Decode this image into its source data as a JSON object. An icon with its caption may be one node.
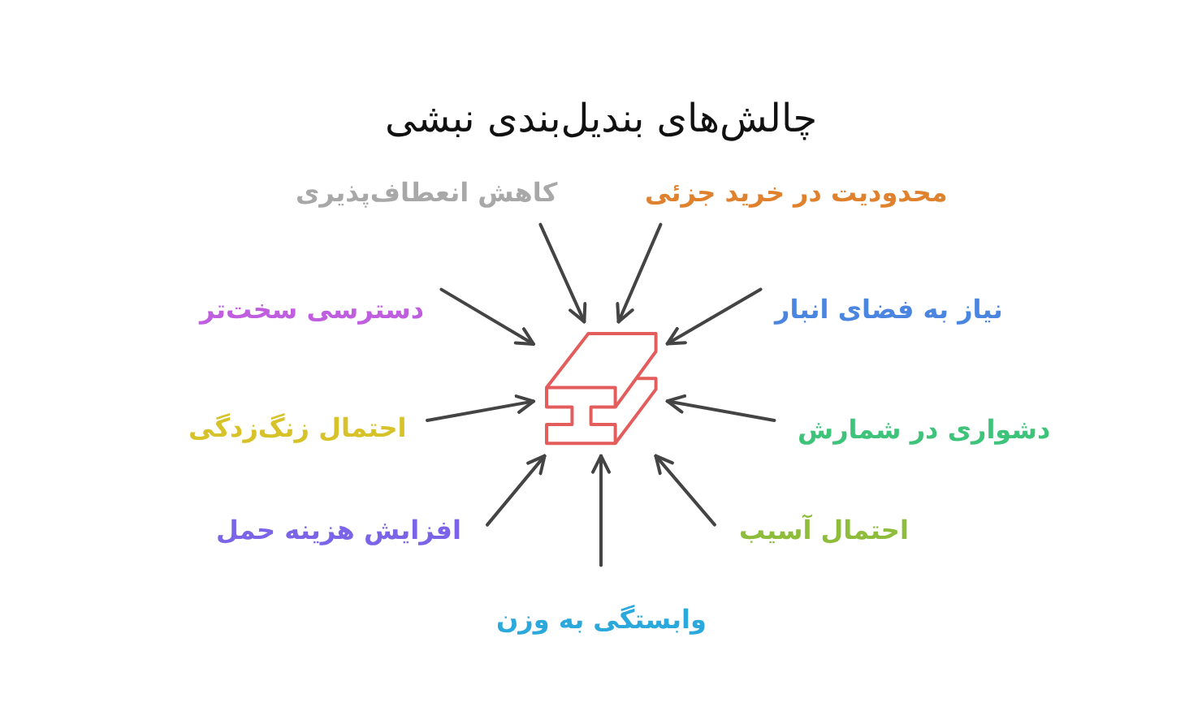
{
  "diagram": {
    "title": "چالش‌های بندیل‌بندی نبشی",
    "nodes": [
      {
        "text": [
          "محدودیت در خرید جزئی"
        ]
      },
      {
        "text": [
          "کاهش انعطاف‌پذیری"
        ]
      },
      {
        "text": [
          "نیاز به فضای انبار"
        ]
      },
      {
        "text": [
          "دسترسی سخت‌تر"
        ]
      },
      {
        "text": [],
        "shape": "picture"
      },
      {
        "text": [
          "دشواری در شمارش"
        ]
      },
      {
        "text": [
          "احتمال زنگ‌زدگی"
        ]
      },
      {
        "text": [
          "احتمال آسیب"
        ]
      },
      {
        "text": [
          "افزایش هزینه حمل"
        ]
      },
      {
        "text": [
          "وابستگی به وزن"
        ]
      }
    ],
    "edges": [
      {
        "from": 0,
        "to": 4,
        "arrow": "to"
      },
      {
        "from": 1,
        "to": 4,
        "arrow": "to"
      },
      {
        "from": 2,
        "to": 4,
        "arrow": "to"
      },
      {
        "from": 3,
        "to": 4,
        "arrow": "to"
      },
      {
        "from": 5,
        "to": 4,
        "arrow": "to"
      },
      {
        "from": 6,
        "to": 4,
        "arrow": "to"
      },
      {
        "from": 7,
        "to": 4,
        "arrow": "to"
      },
      {
        "from": 8,
        "to": 4,
        "arrow": "to"
      },
      {
        "from": 9,
        "to": 4,
        "arrow": "to"
      }
    ]
  }
}
